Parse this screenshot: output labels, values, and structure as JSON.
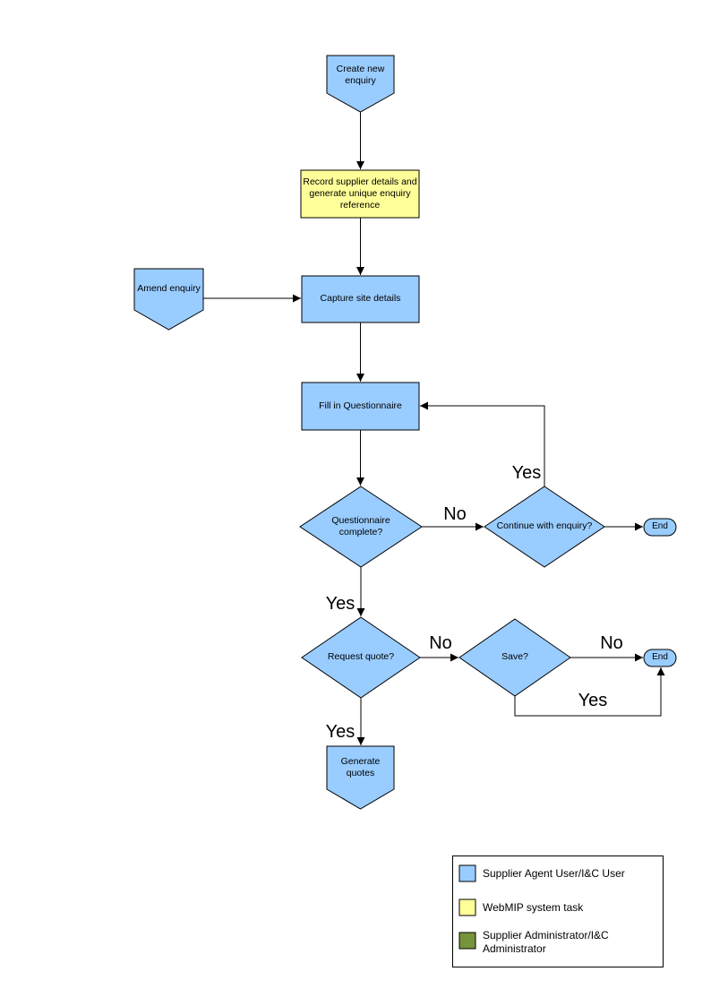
{
  "colors": {
    "node_blue": "#99CCFF",
    "task_yellow": "#FFFF99",
    "admin_green": "#77933C",
    "stroke": "#000000",
    "legend_bg": "#FFFFFF"
  },
  "nodes": {
    "create_new_enquiry": "Create new enquiry",
    "record_supplier": "Record supplier details and generate unique enquiry reference",
    "amend_enquiry": "Amend enquiry",
    "capture_site_details": "Capture site details",
    "fill_in_questionnaire": "Fill in Questionnaire",
    "questionnaire_complete": "Questionnaire complete?",
    "continue_with_enquiry": "Continue with enquiry?",
    "end_1": "End",
    "request_quote": "Request quote?",
    "save": "Save?",
    "end_2": "End",
    "generate_quotes": "Generate quotes"
  },
  "edge_labels": {
    "questionnaire_complete_no": "No",
    "continue_with_enquiry_yes": "Yes",
    "questionnaire_complete_yes": "Yes",
    "request_quote_no": "No",
    "save_no": "No",
    "save_yes": "Yes",
    "request_quote_yes": "Yes"
  },
  "legend": {
    "items": [
      {
        "color": "#99CCFF",
        "label": "Supplier Agent User/I&C User"
      },
      {
        "color": "#FFFF99",
        "label": "WebMIP system task"
      },
      {
        "color": "#77933C",
        "label": "Supplier Administrator/I&C Administrator"
      }
    ]
  }
}
